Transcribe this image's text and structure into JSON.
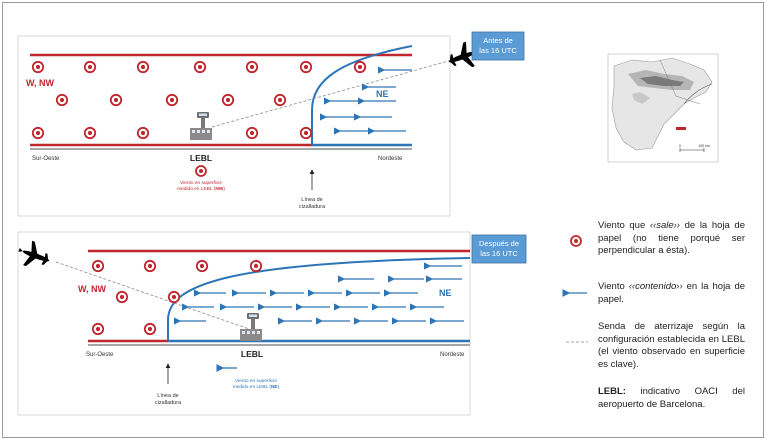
{
  "colors": {
    "red": "#c0272d",
    "blue": "#2e75b6",
    "dashed": "#8a8a8a",
    "ground": "#a6a6a6",
    "box": "#5b9bd5"
  },
  "icons": {
    "plane": "airplane-icon",
    "tower": "control-tower-icon",
    "wind_out": "wind-out-of-page-icon",
    "wind_in": "wind-in-plane-arrow-icon"
  },
  "top_panel": {
    "box_label_line1": "Antes de",
    "box_label_line2": "las 16 UTC",
    "wind_w": "W, NW",
    "wind_ne": "NE",
    "sw": "Sur-Oeste",
    "ne_dir": "Nordeste",
    "airport": "LEBL",
    "measure_line1": "Viento en superficie",
    "measure_line2_pre": "medido en LEBL (",
    "measure_line2_bold": "NW",
    "measure_line2_post": ")",
    "shear_line1": "Línea de",
    "shear_line2": "cizalladura"
  },
  "bottom_panel": {
    "box_label_line1": "Después de",
    "box_label_line2": "las 16 UTC",
    "wind_w": "W, NW",
    "wind_ne": "NE",
    "sw": "Sur-Oeste",
    "ne_dir": "Nordeste",
    "airport": "LEBL",
    "measure_line1": "Viento en superficie",
    "measure_line2_pre": "medido en LEBL (",
    "measure_line2_bold": "NE",
    "measure_line2_post": ")",
    "shear_line1": "Línea de",
    "shear_line2": "cizalladura"
  },
  "map": {
    "scale_left": "0",
    "scale_right": "100 km"
  },
  "legend": {
    "item1_a": "Viento que ",
    "item1_em": "‹‹sale››",
    "item1_b": " de la hoja de papel (no tiene porqué ser perpendicular a ésta).",
    "item2_a": "Viento ",
    "item2_em": "‹‹contenido››",
    "item2_b": " en la hoja de papel.",
    "item3": "Senda de aterrizaje según la configuración establecida en LEBL (el viento observado en superficie es clave).",
    "item4_bold": "LEBL:",
    "item4_rest": " indicativo OACI del aeropuerto de Barcelona."
  }
}
